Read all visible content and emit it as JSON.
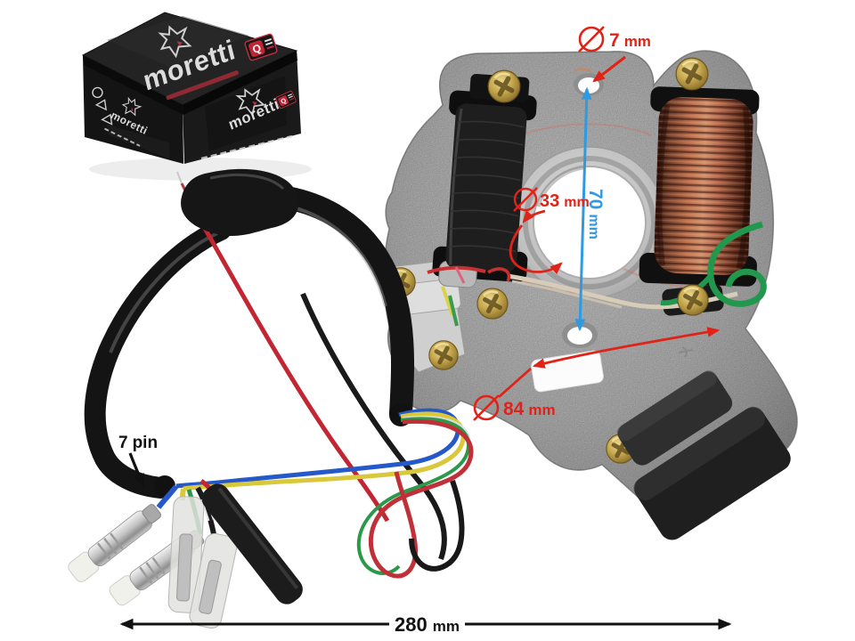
{
  "box": {
    "brand": "moretti",
    "badge": "Q"
  },
  "annotations": {
    "hole": {
      "value": "7",
      "unit": "mm"
    },
    "inner": {
      "value": "33",
      "unit": "mm"
    },
    "height": {
      "value": "70",
      "unit": "mm"
    },
    "outer": {
      "value": "84",
      "unit": "mm"
    },
    "pins": {
      "value": "7",
      "unit": "pin"
    },
    "length": {
      "value": "280",
      "unit": "mm"
    }
  },
  "colors": {
    "annotation_red": "#e02318",
    "annotation_blue": "#2f9ae0",
    "annotation_black": "#111111",
    "copper_coil": "#b4674a",
    "aluminum_plate": "#c6c6c6",
    "background": "#ffffff"
  }
}
